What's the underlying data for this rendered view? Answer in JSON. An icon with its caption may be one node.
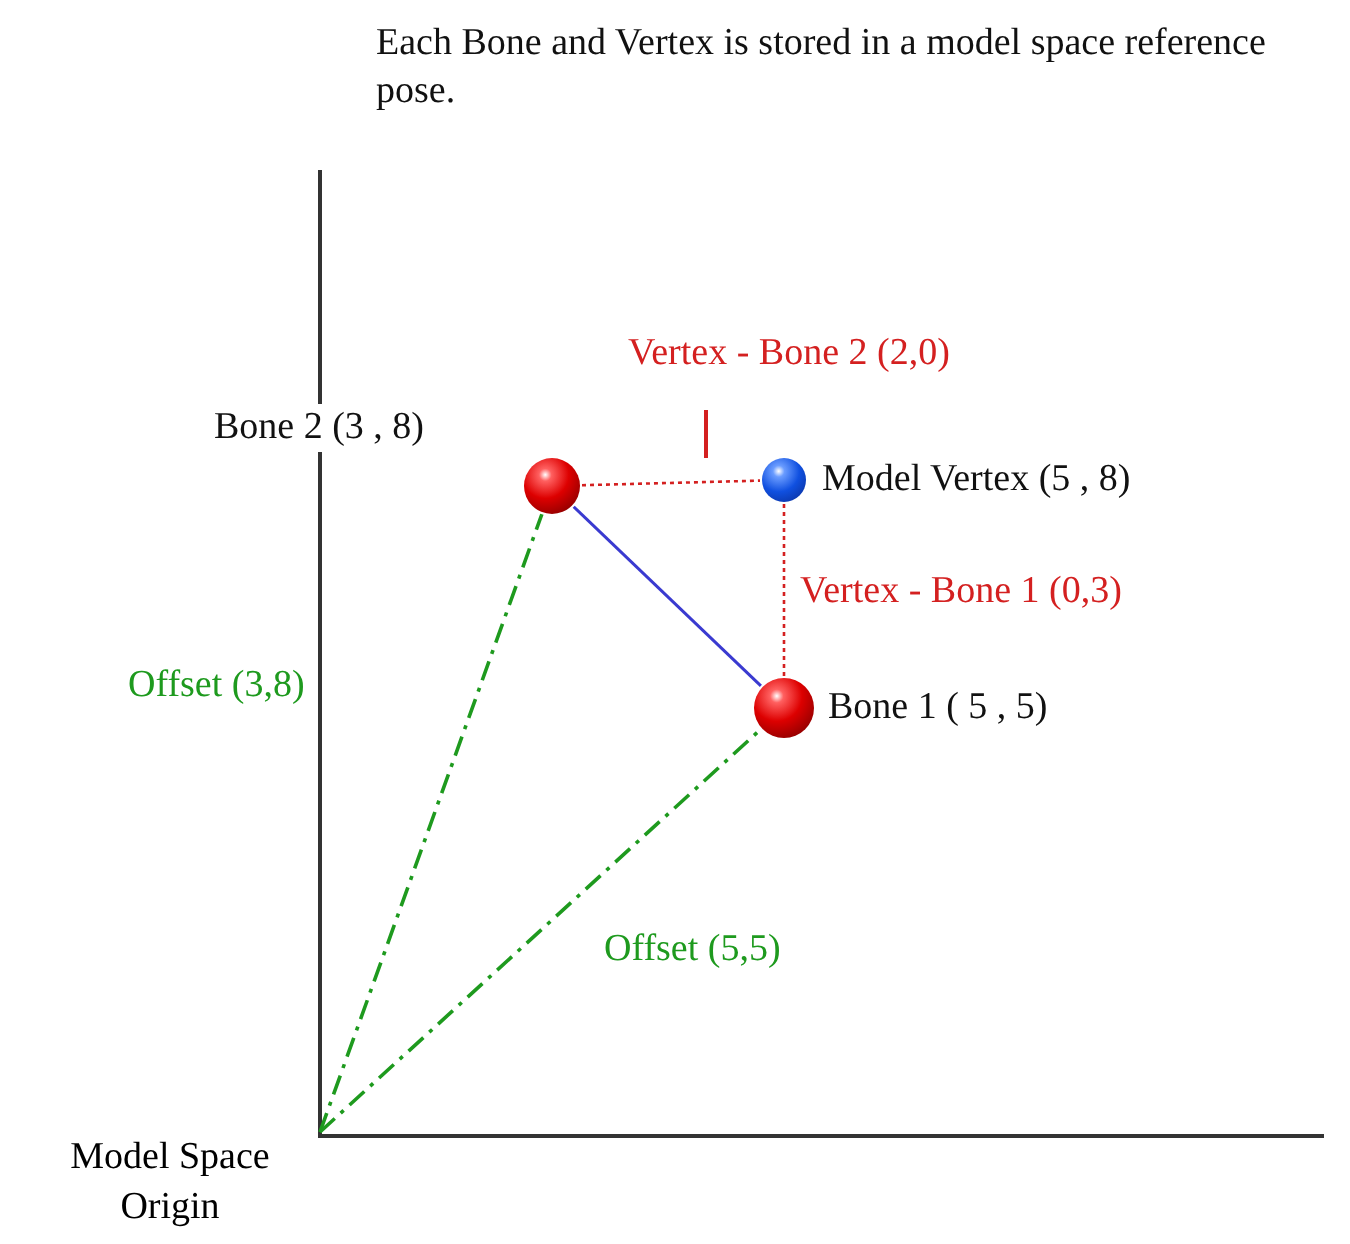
{
  "diagram": {
    "title": "Each Bone and Vertex is stored in a model space reference pose.",
    "nodes": [
      {
        "text": [
          "Model Space Origin"
        ]
      },
      {
        "text": [],
        "shape": "circle",
        "beside": [
          "Bone 2 (3 , 8)"
        ]
      },
      {
        "text": [],
        "shape": "circle",
        "beside": [
          "Model Vertex (5 , 8)"
        ]
      },
      {
        "text": [],
        "shape": "circle",
        "beside": [
          "Bone 1 ( 5 , 5)"
        ]
      }
    ],
    "edges": [
      {
        "from": 0,
        "to": 1,
        "arrow": "none",
        "style": "dashed",
        "color": "#1e9a1e",
        "label": "Offset (3,8)"
      },
      {
        "from": 0,
        "to": 3,
        "arrow": "none",
        "style": "dashed",
        "color": "#1e9a1e",
        "label": "Offset (5,5)"
      },
      {
        "from": 1,
        "to": 3,
        "arrow": "none",
        "color": "#3a3ad0"
      },
      {
        "from": 1,
        "to": 2,
        "arrow": "none",
        "style": "dashed",
        "color": "#d42020",
        "label": "Vertex - Bone 2 (2,0)"
      },
      {
        "from": 2,
        "to": 3,
        "arrow": "none",
        "style": "dashed",
        "color": "#d42020",
        "label": "Vertex - Bone 1 (0,3)"
      }
    ]
  }
}
